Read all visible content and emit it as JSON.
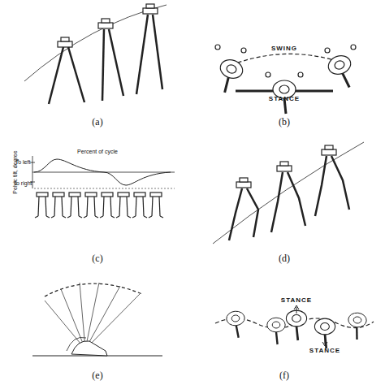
{
  "diagram": {
    "labels": [
      "(a)",
      "SWING",
      "STANCE",
      "(b)",
      "Percent of cycle",
      "Pelvic tilt, degree",
      "To left",
      "To right",
      "(c)",
      "(d)",
      "(e)",
      "STANCE",
      "STANCE",
      "(f)"
    ]
  }
}
